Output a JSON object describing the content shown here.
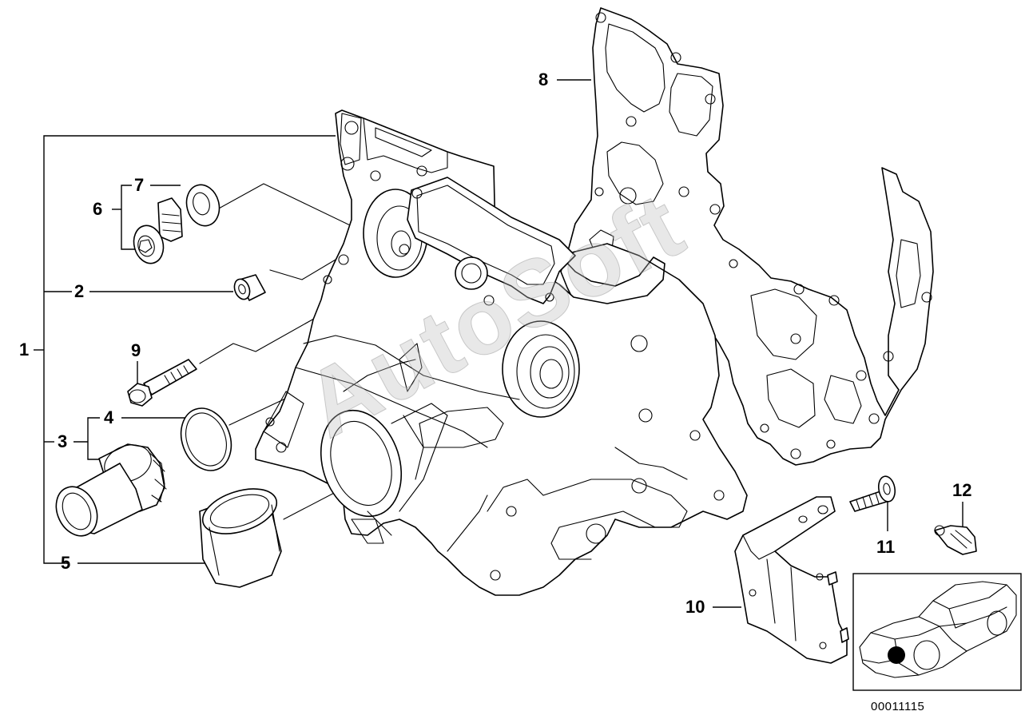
{
  "diagram": {
    "callouts": {
      "c1": "1",
      "c2": "2",
      "c3": "3",
      "c4": "4",
      "c5": "5",
      "c6": "6",
      "c7": "7",
      "c8": "8",
      "c9": "9",
      "c10": "10",
      "c11": "11",
      "c12": "12"
    },
    "diagram_id": "00011115",
    "watermark": "AutoSoft",
    "colors": {
      "line": "#000000",
      "background": "#ffffff",
      "locator_dot": "#000000"
    }
  }
}
